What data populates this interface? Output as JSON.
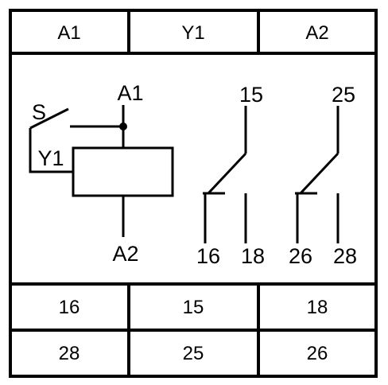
{
  "top_row": [
    "A1",
    "Y1",
    "A2"
  ],
  "bottom_rows": [
    [
      "16",
      "15",
      "18"
    ],
    [
      "28",
      "25",
      "26"
    ]
  ],
  "schematic": {
    "coil": {
      "terminal_top": "A1",
      "terminal_bottom": "A2",
      "control_input": "Y1",
      "switch_label": "S"
    },
    "contact_1": {
      "common": "15",
      "nc": "16",
      "no": "18"
    },
    "contact_2": {
      "common": "25",
      "nc": "26",
      "no": "28"
    }
  }
}
